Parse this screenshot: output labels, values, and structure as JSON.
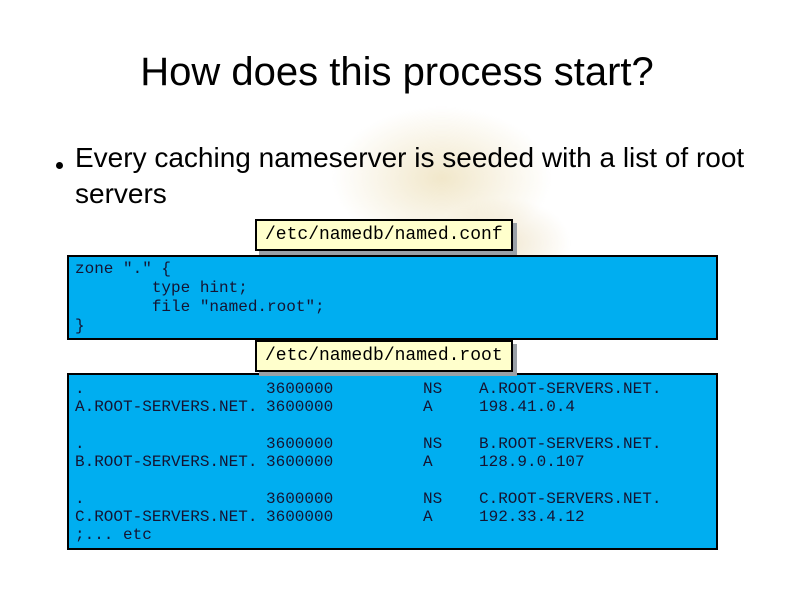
{
  "slide": {
    "title": "How does this process start?",
    "bullet": "Every caching nameserver is seeded with a list of root servers"
  },
  "named_conf": {
    "label": "/etc/namedb/named.conf",
    "lines": [
      "zone \".\" {",
      "        type hint;",
      "        file \"named.root\";",
      "}"
    ]
  },
  "named_root": {
    "label": "/etc/namedb/named.root",
    "rows": [
      {
        "c0": ".",
        "c1": "3600000",
        "c2": "NS",
        "c3": "A.ROOT-SERVERS.NET."
      },
      {
        "c0": "A.ROOT-SERVERS.NET.",
        "c1": "3600000",
        "c2": "A",
        "c3": "198.41.0.4"
      },
      {
        "c0": ".",
        "c1": "3600000",
        "c2": "NS",
        "c3": "B.ROOT-SERVERS.NET."
      },
      {
        "c0": "B.ROOT-SERVERS.NET.",
        "c1": "3600000",
        "c2": "A",
        "c3": "128.9.0.107"
      },
      {
        "c0": ".",
        "c1": "3600000",
        "c2": "NS",
        "c3": "C.ROOT-SERVERS.NET."
      },
      {
        "c0": "C.ROOT-SERVERS.NET.",
        "c1": "3600000",
        "c2": "A",
        "c3": "192.33.4.12"
      },
      {
        "c0": ";... etc",
        "c1": "",
        "c2": "",
        "c3": ""
      }
    ]
  },
  "colors": {
    "code_box_fill": "#00AEF0",
    "label_fill": "#FFFFCC",
    "border": "#000000",
    "label_shadow": "#9AA0A6",
    "code_text": "#141432",
    "body_text": "#000000"
  }
}
